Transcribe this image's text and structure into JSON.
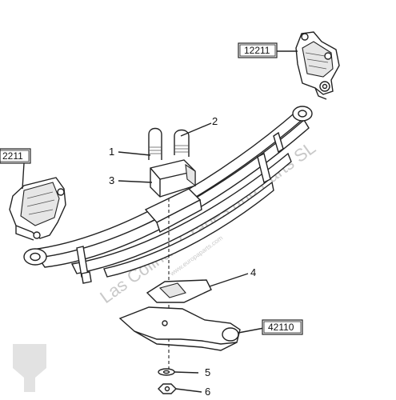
{
  "callouts": {
    "c1": "1",
    "c2": "2",
    "c3": "3",
    "c4": "4",
    "c5": "5",
    "c6": "6"
  },
  "boxes": {
    "rear_hanger": "12211",
    "front_hanger": "2211",
    "axle": "42110"
  },
  "watermark": {
    "text": "Las Colinas Grapes and Parts SL",
    "small": "www.europaparts.com"
  }
}
